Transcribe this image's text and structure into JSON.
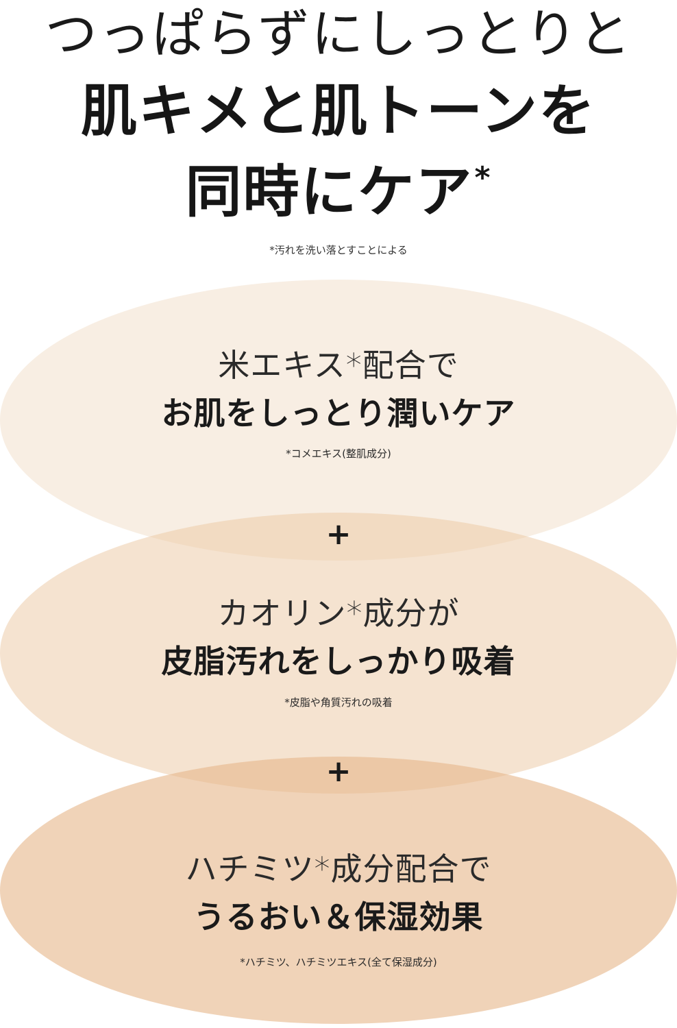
{
  "headline": {
    "line1": "つっぱらずにしっとりと",
    "line2": "肌キメと肌トーンを",
    "line3": "同時にケア",
    "line3_mark": "*",
    "footnote": "*汚れを洗い落とすことによる"
  },
  "features": [
    {
      "lead": "米エキス*配合で",
      "main": "お肌をしっとり潤いケア",
      "note": "*コメエキス(整肌成分)",
      "color": "#f6e7d6"
    },
    {
      "lead": "カオリン*成分が",
      "main": "皮脂汚れをしっかり吸着",
      "note": "*皮脂や角質汚れの吸着",
      "color": "#f1d9bf"
    },
    {
      "lead": "ハチミツ*成分配合で",
      "main": "うるおい＆保湿効果",
      "note": "*ハチミツ、ハチミツエキス(全て保湿成分)",
      "color": "#ecc8a3"
    }
  ],
  "separators": {
    "first": "+",
    "second": "+"
  }
}
